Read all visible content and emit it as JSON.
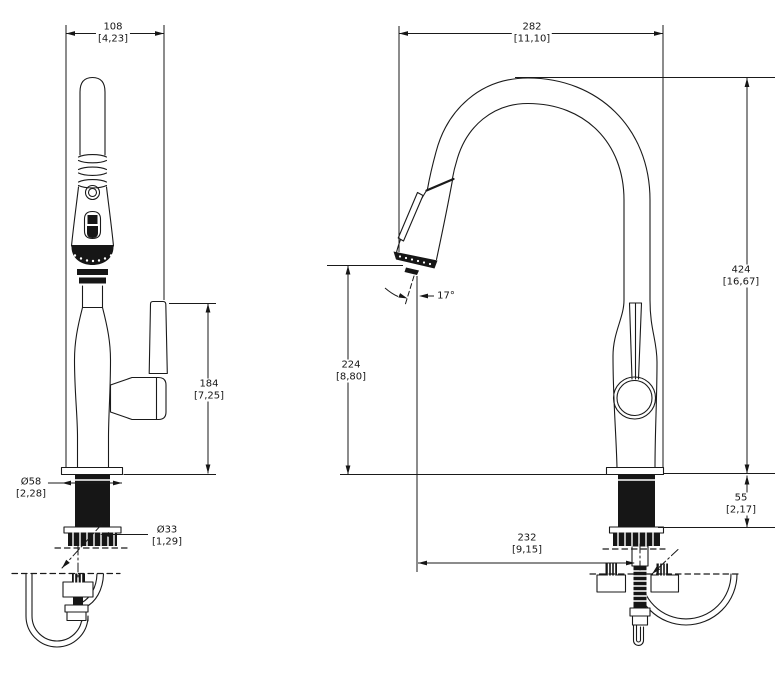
{
  "drawing": {
    "kind": "faucet installation dimension drawing",
    "units": "mm [inches]",
    "line_color": "#1a1a1a",
    "views": {
      "front": {
        "name": "front view",
        "dimensions": {
          "head_width": {
            "mm": "108",
            "inches": "[4,23]"
          },
          "handle_height": {
            "mm": "184",
            "inches": "[7,25]"
          },
          "base_diameter": {
            "mm": "Ø58",
            "inches": "[2,28]"
          },
          "shank_diameter": {
            "mm": "Ø33",
            "inches": "[1,29]"
          }
        }
      },
      "side": {
        "name": "side view",
        "dimensions": {
          "overall_reach": {
            "mm": "282",
            "inches": "[11,10]"
          },
          "overall_height": {
            "mm": "424",
            "inches": "[16,67]"
          },
          "spout_clearance": {
            "mm": "224",
            "inches": "[8,80]"
          },
          "max_deck_thickness": {
            "mm": "55",
            "inches": "[2,17]"
          },
          "spout_reach_to_center": {
            "mm": "232",
            "inches": "[9,15]"
          },
          "spray_angle": {
            "deg": "17°"
          }
        }
      }
    }
  }
}
